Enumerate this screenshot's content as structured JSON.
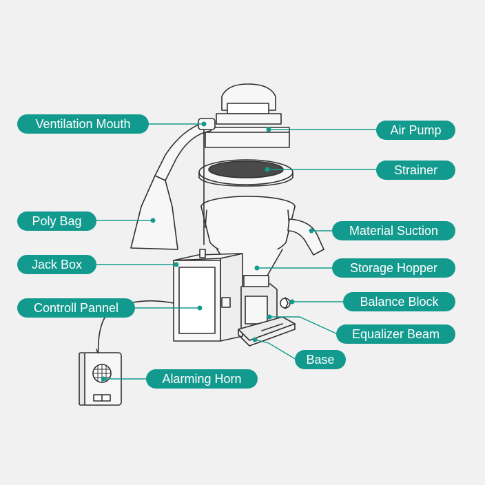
{
  "colors": {
    "label_bg": "#139a8e",
    "label_text": "#ffffff",
    "leader": "#139a8e",
    "drawing": "#2f2f2f",
    "background": "#f1f1f1"
  },
  "labels": {
    "ventilation_mouth": "Ventilation Mouth",
    "poly_bag": "Poly Bag",
    "jack_box": "Jack Box",
    "controll_pannel": "Controll Pannel",
    "alarming_horn": "Alarming Horn",
    "air_pump": "Air Pump",
    "strainer": "Strainer",
    "material_suction": "Material Suction",
    "storage_hopper": "Storage Hopper",
    "balance_block": "Balance Block",
    "equalizer_beam": "Equalizer Beam",
    "base": "Base"
  }
}
